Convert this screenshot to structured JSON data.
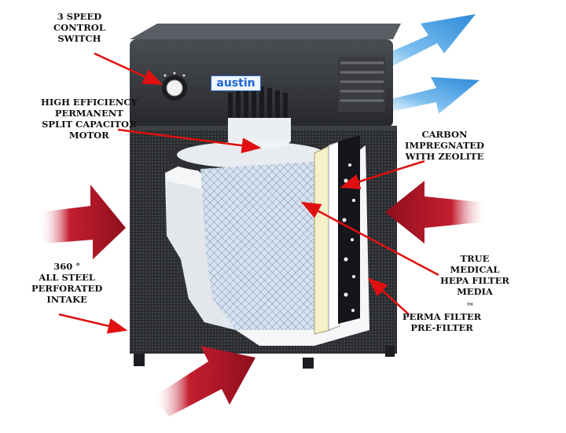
{
  "brand": "austin",
  "labels": {
    "control_switch": [
      "3 SPEED",
      "CONTROL",
      "SWITCH"
    ],
    "motor": [
      "HIGH EFFICIENCY",
      "PERMANENT",
      "SPLIT CAPACITOR",
      "MOTOR"
    ],
    "carbon": [
      "CARBON",
      "IMPREGNATED",
      "WITH ZEOLITE"
    ],
    "intake": [
      "360 °",
      "ALL STEEL",
      "PERFORATED",
      "INTAKE"
    ],
    "hepa": [
      "TRUE",
      "MEDICAL",
      "HEPA FILTER",
      "MEDIA"
    ],
    "prefilter": [
      "PERMA FILTER",
      "PRE-FILTER"
    ],
    "trademark": "™"
  },
  "colors": {
    "housing": "#2b2d31",
    "intake_arrow": "#b31a2a",
    "exhaust_arrow": "#2f8fdc",
    "pointer": "#e01010",
    "hepa_media": "#c9d8ea",
    "prefilter": "#ffffff",
    "carbon": "#1a1a22"
  }
}
